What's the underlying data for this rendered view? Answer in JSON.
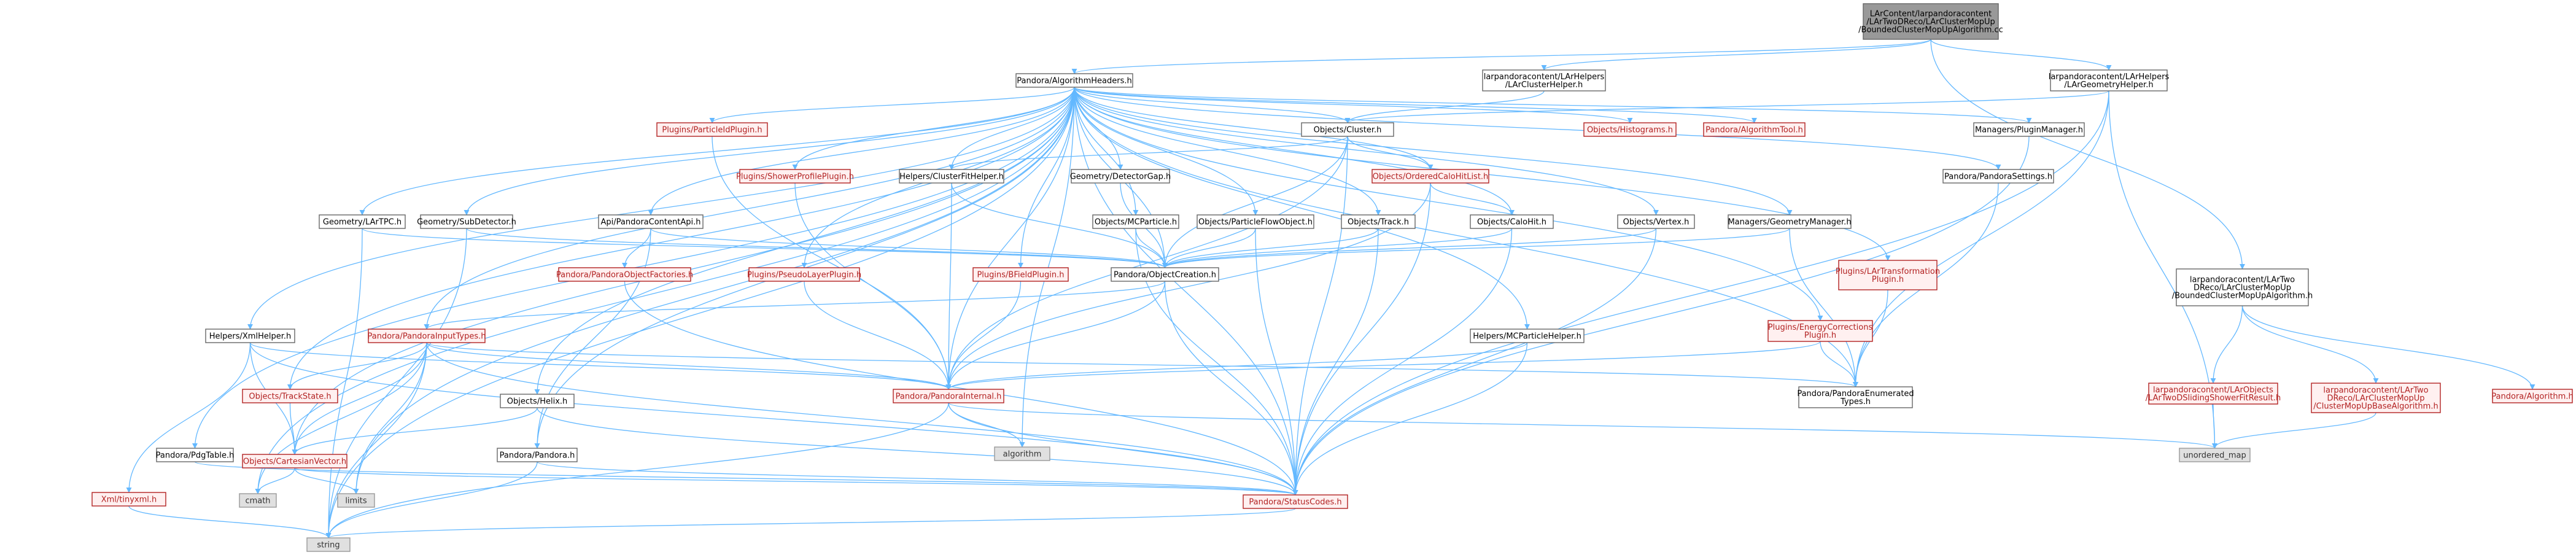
{
  "colors": {
    "edge": "#63b8ff",
    "node_normal_fill": "#ffffff",
    "node_normal_stroke": "#666666",
    "node_normal_text": "#000000",
    "node_red_fill": "#fff0f0",
    "node_red_stroke": "#b22222",
    "node_red_text": "#b22222",
    "node_root_fill": "#999999",
    "node_root_stroke": "#666666",
    "node_root_text": "#000000",
    "node_gray_fill": "#e0e0e0",
    "node_gray_stroke": "#999999",
    "node_gray_text": "#333333"
  },
  "nodes": [
    {
      "id": "root",
      "style": "root",
      "lines": [
        "LArContent/larpandoracontent",
        "/LArTwoDReco/LArClusterMopUp",
        "/BoundedClusterMopUpAlgorithm.cc"
      ]
    },
    {
      "id": "alg_headers",
      "style": "normal",
      "lines": [
        "Pandora/AlgorithmHeaders.h"
      ]
    },
    {
      "id": "cluster_helper",
      "style": "normal",
      "lines": [
        "larpandoracontent/LArHelpers",
        "/LArClusterHelper.h"
      ]
    },
    {
      "id": "geom_helper",
      "style": "normal",
      "lines": [
        "larpandoracontent/LArHelpers",
        "/LArGeometryHelper.h"
      ]
    },
    {
      "id": "bounded_h",
      "style": "normal",
      "lines": [
        "larpandoracontent/LArTwo",
        "DReco/LArClusterMopUp",
        "/BoundedClusterMopUpAlgorithm.h"
      ]
    },
    {
      "id": "particleid",
      "style": "red",
      "lines": [
        "Plugins/ParticleIdPlugin.h"
      ]
    },
    {
      "id": "obj_cluster",
      "style": "normal",
      "lines": [
        "Objects/Cluster.h"
      ]
    },
    {
      "id": "obj_histograms",
      "style": "red",
      "lines": [
        "Objects/Histograms.h"
      ]
    },
    {
      "id": "alg_tool",
      "style": "red",
      "lines": [
        "Pandora/AlgorithmTool.h"
      ]
    },
    {
      "id": "plugin_manager",
      "style": "normal",
      "lines": [
        "Managers/PluginManager.h"
      ]
    },
    {
      "id": "shower_profile",
      "style": "red",
      "lines": [
        "Plugins/ShowerProfilePlugin.h"
      ]
    },
    {
      "id": "cluster_fit",
      "style": "normal",
      "lines": [
        "Helpers/ClusterFitHelper.h"
      ]
    },
    {
      "id": "detector_gap",
      "style": "normal",
      "lines": [
        "Geometry/DetectorGap.h"
      ]
    },
    {
      "id": "ordered_calo",
      "style": "red",
      "lines": [
        "Objects/OrderedCaloHitList.h"
      ]
    },
    {
      "id": "pandora_settings",
      "style": "normal",
      "lines": [
        "Pandora/PandoraSettings.h"
      ]
    },
    {
      "id": "lartpc",
      "style": "normal",
      "lines": [
        "Geometry/LArTPC.h"
      ]
    },
    {
      "id": "subdetector",
      "style": "normal",
      "lines": [
        "Geometry/SubDetector.h"
      ]
    },
    {
      "id": "api_content",
      "style": "normal",
      "lines": [
        "Api/PandoraContentApi.h"
      ]
    },
    {
      "id": "mcparticle",
      "style": "normal",
      "lines": [
        "Objects/MCParticle.h"
      ]
    },
    {
      "id": "pfo",
      "style": "normal",
      "lines": [
        "Objects/ParticleFlowObject.h"
      ]
    },
    {
      "id": "track",
      "style": "normal",
      "lines": [
        "Objects/Track.h"
      ]
    },
    {
      "id": "calohit",
      "style": "normal",
      "lines": [
        "Objects/CaloHit.h"
      ]
    },
    {
      "id": "vertex",
      "style": "normal",
      "lines": [
        "Objects/Vertex.h"
      ]
    },
    {
      "id": "geom_manager",
      "style": "normal",
      "lines": [
        "Managers/GeometryManager.h"
      ]
    },
    {
      "id": "lar_transform",
      "style": "red",
      "lines": [
        "Plugins/LArTransformation",
        "Plugin.h"
      ]
    },
    {
      "id": "object_factories",
      "style": "red",
      "lines": [
        "Pandora/PandoraObjectFactories.h"
      ]
    },
    {
      "id": "pseudo_layer",
      "style": "red",
      "lines": [
        "Plugins/PseudoLayerPlugin.h"
      ]
    },
    {
      "id": "bfield",
      "style": "red",
      "lines": [
        "Plugins/BFieldPlugin.h"
      ]
    },
    {
      "id": "object_creation",
      "style": "normal",
      "lines": [
        "Pandora/ObjectCreation.h"
      ]
    },
    {
      "id": "input_types",
      "style": "red",
      "lines": [
        "Pandora/PandoraInputTypes.h"
      ]
    },
    {
      "id": "xml_helper",
      "style": "normal",
      "lines": [
        "Helpers/XmlHelper.h"
      ]
    },
    {
      "id": "mcparticle_helper",
      "style": "normal",
      "lines": [
        "Helpers/MCParticleHelper.h"
      ]
    },
    {
      "id": "energy_corr",
      "style": "red",
      "lines": [
        "Plugins/EnergyCorrections",
        "Plugin.h"
      ]
    },
    {
      "id": "track_state",
      "style": "red",
      "lines": [
        "Objects/TrackState.h"
      ]
    },
    {
      "id": "helix",
      "style": "normal",
      "lines": [
        "Objects/Helix.h"
      ]
    },
    {
      "id": "pandora_internal",
      "style": "red",
      "lines": [
        "Pandora/PandoraInternal.h"
      ]
    },
    {
      "id": "enumerated",
      "style": "normal",
      "lines": [
        "Pandora/PandoraEnumerated",
        "Types.h"
      ]
    },
    {
      "id": "sliding_shower",
      "style": "red",
      "lines": [
        "larpandoracontent/LArObjects",
        "/LArTwoDSlidingShowerFitResult.h"
      ]
    },
    {
      "id": "mopup_base",
      "style": "red",
      "lines": [
        "larpandoracontent/LArTwo",
        "DReco/LArClusterMopUp",
        "/ClusterMopUpBaseAlgorithm.h"
      ]
    },
    {
      "id": "pandora_algorithm",
      "style": "red",
      "lines": [
        "Pandora/Algorithm.h"
      ]
    },
    {
      "id": "pdg_table",
      "style": "normal",
      "lines": [
        "Pandora/PdgTable.h"
      ]
    },
    {
      "id": "cartesian",
      "style": "red",
      "lines": [
        "Objects/CartesianVector.h"
      ]
    },
    {
      "id": "pandora_h",
      "style": "normal",
      "lines": [
        "Pandora/Pandora.h"
      ]
    },
    {
      "id": "algorithm_std",
      "style": "gray",
      "lines": [
        "algorithm"
      ]
    },
    {
      "id": "unordered_map",
      "style": "gray",
      "lines": [
        "unordered_map"
      ]
    },
    {
      "id": "tinyxml",
      "style": "red",
      "lines": [
        "Xml/tinyxml.h"
      ]
    },
    {
      "id": "cmath",
      "style": "gray",
      "lines": [
        "cmath"
      ]
    },
    {
      "id": "limits",
      "style": "gray",
      "lines": [
        "limits"
      ]
    },
    {
      "id": "status_codes",
      "style": "red",
      "lines": [
        "Pandora/StatusCodes.h"
      ]
    },
    {
      "id": "string",
      "style": "gray",
      "lines": [
        "string"
      ]
    }
  ],
  "edges": [
    [
      "root",
      "alg_headers"
    ],
    [
      "root",
      "cluster_helper"
    ],
    [
      "root",
      "geom_helper"
    ],
    [
      "root",
      "bounded_h"
    ],
    [
      "alg_headers",
      "particleid"
    ],
    [
      "alg_headers",
      "obj_cluster"
    ],
    [
      "alg_headers",
      "obj_histograms"
    ],
    [
      "alg_headers",
      "alg_tool"
    ],
    [
      "alg_headers",
      "plugin_manager"
    ],
    [
      "alg_headers",
      "shower_profile"
    ],
    [
      "alg_headers",
      "cluster_fit"
    ],
    [
      "alg_headers",
      "detector_gap"
    ],
    [
      "alg_headers",
      "ordered_calo"
    ],
    [
      "alg_headers",
      "pandora_settings"
    ],
    [
      "alg_headers",
      "lartpc"
    ],
    [
      "alg_headers",
      "subdetector"
    ],
    [
      "alg_headers",
      "api_content"
    ],
    [
      "alg_headers",
      "mcparticle"
    ],
    [
      "alg_headers",
      "pfo"
    ],
    [
      "alg_headers",
      "track"
    ],
    [
      "alg_headers",
      "calohit"
    ],
    [
      "alg_headers",
      "vertex"
    ],
    [
      "alg_headers",
      "geom_manager"
    ],
    [
      "alg_headers",
      "lar_transform"
    ],
    [
      "alg_headers",
      "pseudo_layer"
    ],
    [
      "alg_headers",
      "bfield"
    ],
    [
      "alg_headers",
      "object_creation"
    ],
    [
      "alg_headers",
      "input_types"
    ],
    [
      "alg_headers",
      "xml_helper"
    ],
    [
      "alg_headers",
      "mcparticle_helper"
    ],
    [
      "alg_headers",
      "energy_corr"
    ],
    [
      "alg_headers",
      "track_state"
    ],
    [
      "alg_headers",
      "helix"
    ],
    [
      "alg_headers",
      "pandora_internal"
    ],
    [
      "alg_headers",
      "enumerated"
    ],
    [
      "alg_headers",
      "pdg_table"
    ],
    [
      "alg_headers",
      "cartesian"
    ],
    [
      "alg_headers",
      "pandora_h"
    ],
    [
      "alg_headers",
      "algorithm_std"
    ],
    [
      "alg_headers",
      "cmath"
    ],
    [
      "alg_headers",
      "limits"
    ],
    [
      "alg_headers",
      "status_codes"
    ],
    [
      "alg_headers",
      "string"
    ],
    [
      "cluster_helper",
      "obj_cluster"
    ],
    [
      "geom_helper",
      "obj_cluster"
    ],
    [
      "geom_helper",
      "enumerated"
    ],
    [
      "geom_helper",
      "unordered_map"
    ],
    [
      "geom_helper",
      "status_codes"
    ],
    [
      "bounded_h",
      "sliding_shower"
    ],
    [
      "bounded_h",
      "mopup_base"
    ],
    [
      "bounded_h",
      "pandora_algorithm"
    ],
    [
      "sliding_shower",
      "unordered_map"
    ],
    [
      "mopup_base",
      "unordered_map"
    ],
    [
      "particleid",
      "pandora_internal"
    ],
    [
      "shower_profile",
      "pandora_internal"
    ],
    [
      "pseudo_layer",
      "pandora_internal"
    ],
    [
      "bfield",
      "pandora_internal"
    ],
    [
      "energy_corr",
      "pandora_internal"
    ],
    [
      "energy_corr",
      "enumerated"
    ],
    [
      "lar_transform",
      "enumerated"
    ],
    [
      "obj_cluster",
      "cluster_fit"
    ],
    [
      "obj_cluster",
      "ordered_calo"
    ],
    [
      "obj_cluster",
      "object_creation"
    ],
    [
      "obj_cluster",
      "status_codes"
    ],
    [
      "ordered_calo",
      "calohit"
    ],
    [
      "ordered_calo",
      "pandora_internal"
    ],
    [
      "ordered_calo",
      "status_codes"
    ],
    [
      "cluster_fit",
      "pandora_internal"
    ],
    [
      "cluster_fit",
      "object_creation"
    ],
    [
      "detector_gap",
      "object_creation"
    ],
    [
      "lartpc",
      "object_creation"
    ],
    [
      "subdetector",
      "object_creation"
    ],
    [
      "subdetector",
      "string"
    ],
    [
      "api_content",
      "object_factories"
    ],
    [
      "api_content",
      "object_creation"
    ],
    [
      "api_content",
      "pandora_h"
    ],
    [
      "mcparticle",
      "object_creation"
    ],
    [
      "mcparticle",
      "status_codes"
    ],
    [
      "pfo",
      "object_creation"
    ],
    [
      "pfo",
      "status_codes"
    ],
    [
      "track",
      "object_creation"
    ],
    [
      "track",
      "status_codes"
    ],
    [
      "calohit",
      "object_creation"
    ],
    [
      "calohit",
      "status_codes"
    ],
    [
      "vertex",
      "object_creation"
    ],
    [
      "vertex",
      "status_codes"
    ],
    [
      "geom_manager",
      "object_creation"
    ],
    [
      "geom_manager",
      "enumerated"
    ],
    [
      "plugin_manager",
      "status_codes"
    ],
    [
      "pandora_settings",
      "enumerated"
    ],
    [
      "object_factories",
      "status_codes"
    ],
    [
      "object_creation",
      "input_types"
    ],
    [
      "object_creation",
      "pandora_internal"
    ],
    [
      "object_creation",
      "status_codes"
    ],
    [
      "input_types",
      "track_state"
    ],
    [
      "input_types",
      "cartesian"
    ],
    [
      "input_types",
      "pandora_internal"
    ],
    [
      "input_types",
      "enumerated"
    ],
    [
      "input_types",
      "status_codes"
    ],
    [
      "input_types",
      "cmath"
    ],
    [
      "input_types",
      "limits"
    ],
    [
      "input_types",
      "string"
    ],
    [
      "xml_helper",
      "tinyxml"
    ],
    [
      "xml_helper",
      "cartesian"
    ],
    [
      "xml_helper",
      "pandora_internal"
    ],
    [
      "xml_helper",
      "status_codes"
    ],
    [
      "mcparticle_helper",
      "pandora_internal"
    ],
    [
      "mcparticle_helper",
      "status_codes"
    ],
    [
      "track_state",
      "cartesian"
    ],
    [
      "helix",
      "cartesian"
    ],
    [
      "helix",
      "status_codes"
    ],
    [
      "pandora_internal",
      "algorithm_std"
    ],
    [
      "pandora_internal",
      "unordered_map"
    ],
    [
      "pandora_internal",
      "string"
    ],
    [
      "pandora_internal",
      "status_codes"
    ],
    [
      "pdg_table",
      "status_codes"
    ],
    [
      "cartesian",
      "cmath"
    ],
    [
      "cartesian",
      "limits"
    ],
    [
      "cartesian",
      "status_codes"
    ],
    [
      "pandora_h",
      "status_codes"
    ],
    [
      "pandora_h",
      "string"
    ],
    [
      "tinyxml",
      "string"
    ],
    [
      "status_codes",
      "string"
    ],
    [
      "lartpc",
      "string"
    ],
    [
      "obj_cluster",
      "pandora_internal"
    ]
  ]
}
